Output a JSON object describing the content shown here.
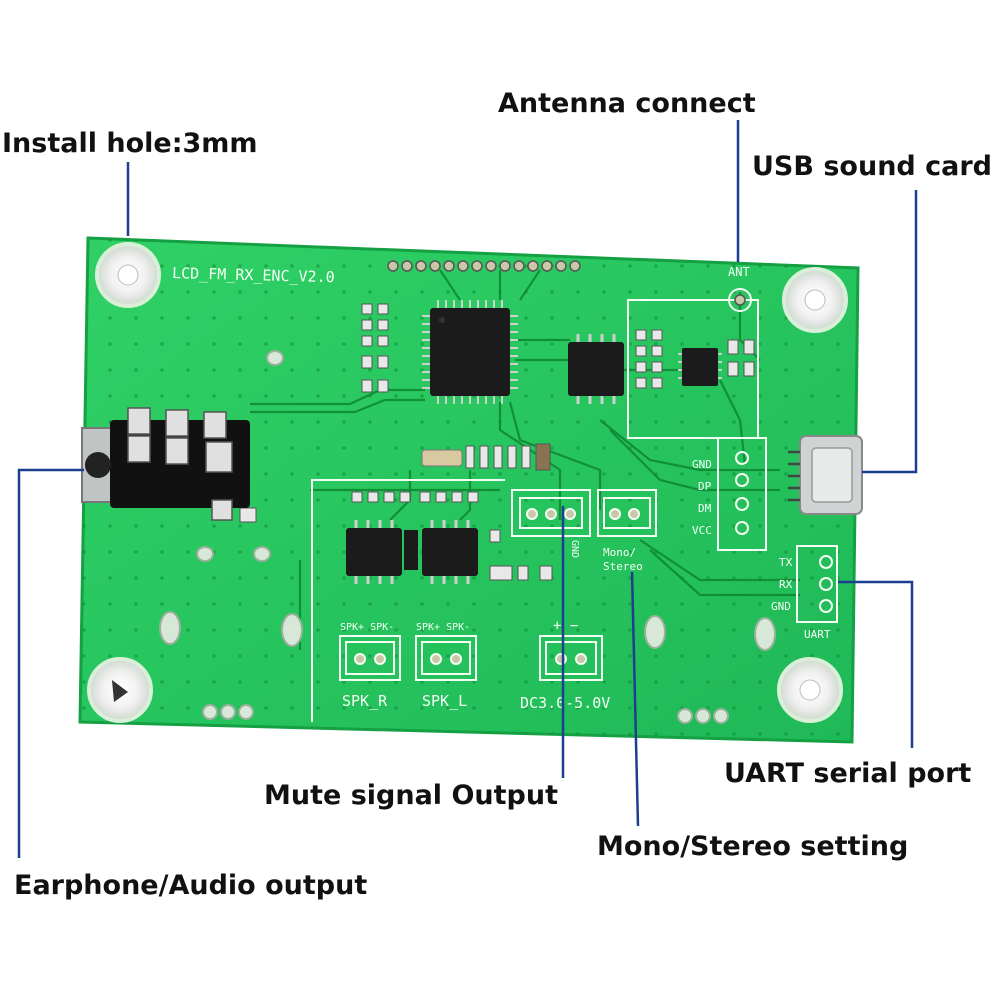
{
  "callouts": {
    "install_hole": "Install hole:3mm",
    "antenna": "Antenna connect",
    "usb": "USB sound card",
    "uart": "UART serial port",
    "mute": "Mute signal Output",
    "mono_stereo": "Mono/Stereo setting",
    "earphone": "Earphone/Audio output"
  },
  "board": {
    "title": "LCD_FM_RX_ENC_V2.0",
    "ant": "ANT",
    "usb_pins": [
      "GND",
      "DP",
      "DM",
      "VCC"
    ],
    "uart_pins": [
      "TX",
      "RX",
      "GND"
    ],
    "uart_label": "UART",
    "spk_r": "SPK_R",
    "spk_l": "SPK_L",
    "spk_pins": "SPK+ SPK-",
    "power_pins": "+ −",
    "power": "DC3.0-5.0V",
    "mono_l1": "Mono/",
    "mono_l2": "Stereo",
    "gnd_vertical": "GND"
  },
  "colors": {
    "pcb": "#22c55e",
    "pcb_dark": "#129a3a",
    "trace": "#0f8a34",
    "silkscreen": "#f4fff4",
    "leader_line": "#1d3f8f",
    "chip": "#1b1b1b"
  }
}
